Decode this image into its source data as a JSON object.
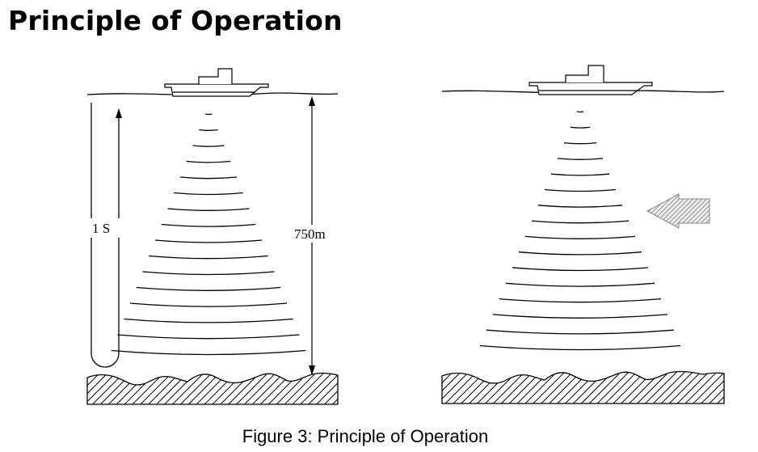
{
  "page": {
    "title": "Principle of Operation"
  },
  "figure": {
    "caption": "Figure 3: Principle of Operation",
    "left_panel": {
      "time_label": "1 S",
      "depth_label": "750m"
    },
    "right_panel": {
      "arrow_icon": "hatched-left-arrow-icon"
    }
  }
}
